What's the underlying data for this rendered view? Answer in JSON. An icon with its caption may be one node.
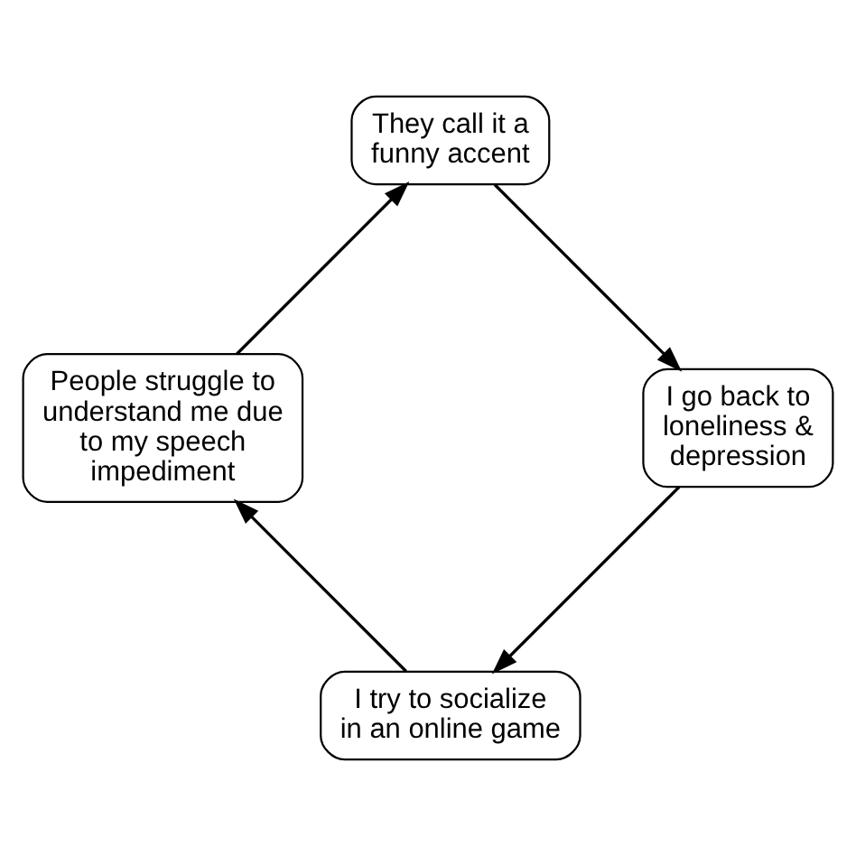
{
  "diagram": {
    "nodes": [
      {
        "text": [
          "I try to socialize in an online game"
        ]
      },
      {
        "text": [
          "People struggle to understand me due to my speech impediment"
        ]
      },
      {
        "text": [
          "They call it a funny accent"
        ]
      },
      {
        "text": [
          "I go back to loneliness & depression"
        ]
      }
    ],
    "edges": [
      {
        "from": 0,
        "to": 1,
        "arrow": "to"
      },
      {
        "from": 1,
        "to": 2,
        "arrow": "to"
      },
      {
        "from": 2,
        "to": 3,
        "arrow": "to"
      },
      {
        "from": 3,
        "to": 0,
        "arrow": "to"
      }
    ]
  }
}
